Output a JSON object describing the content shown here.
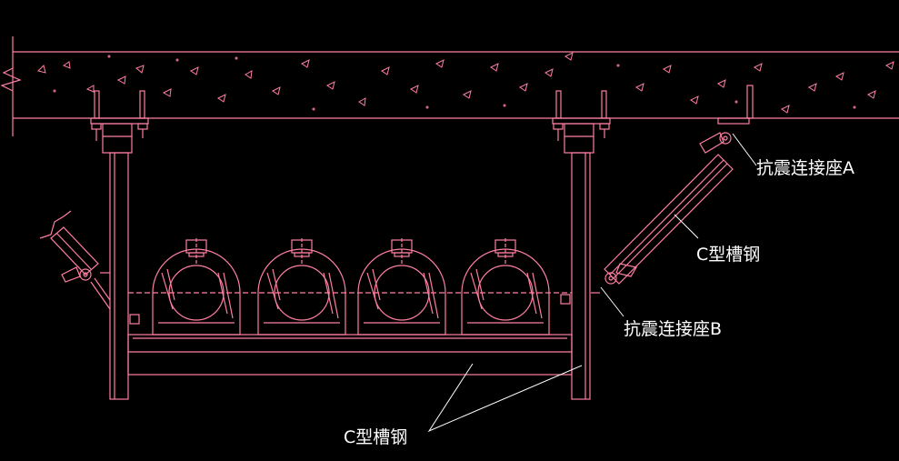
{
  "labels": {
    "anchor_a": "抗震连接座A",
    "channel_diag": "C型槽钢",
    "anchor_b": "抗震连接座B",
    "channel_bottom": "C型槽钢"
  },
  "colors": {
    "background": "#000000",
    "line": "#ff7fa0",
    "text": "#ffffff",
    "leader": "#ffffff"
  },
  "pipes": {
    "count": 4
  }
}
